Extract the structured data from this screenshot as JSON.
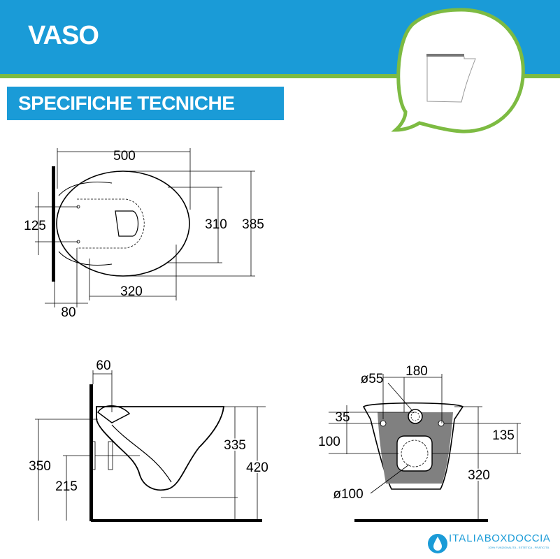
{
  "header": {
    "title": "VASO",
    "subtitle": "SPECIFICHE TECNICHE"
  },
  "colors": {
    "blue": "#1a9bd7",
    "green": "#7dbb42",
    "plate": "#808080"
  },
  "top_view": {
    "width": "500",
    "seat_depth": "310",
    "depth": "385",
    "fixing_spacing": "125",
    "inner_length": "320",
    "wall_offset": "80"
  },
  "side_view": {
    "fixing_offset": "60",
    "fixing_height": "350",
    "drain_height": "215",
    "rim_height": "335",
    "total_height": "420"
  },
  "front_view": {
    "inlet_diameter": "ø55",
    "fixing_spacing": "180",
    "inlet_offset": "35",
    "drain_offset": "100",
    "fixing_height": "135",
    "total_height": "320",
    "drain_diameter": "ø100"
  },
  "logo": {
    "part1": "ITALIA",
    "part2": "BOXDOCCIA",
    "tagline": "100% FUNZIONALITÀ - ESTETICA - PRATICITÀ"
  }
}
